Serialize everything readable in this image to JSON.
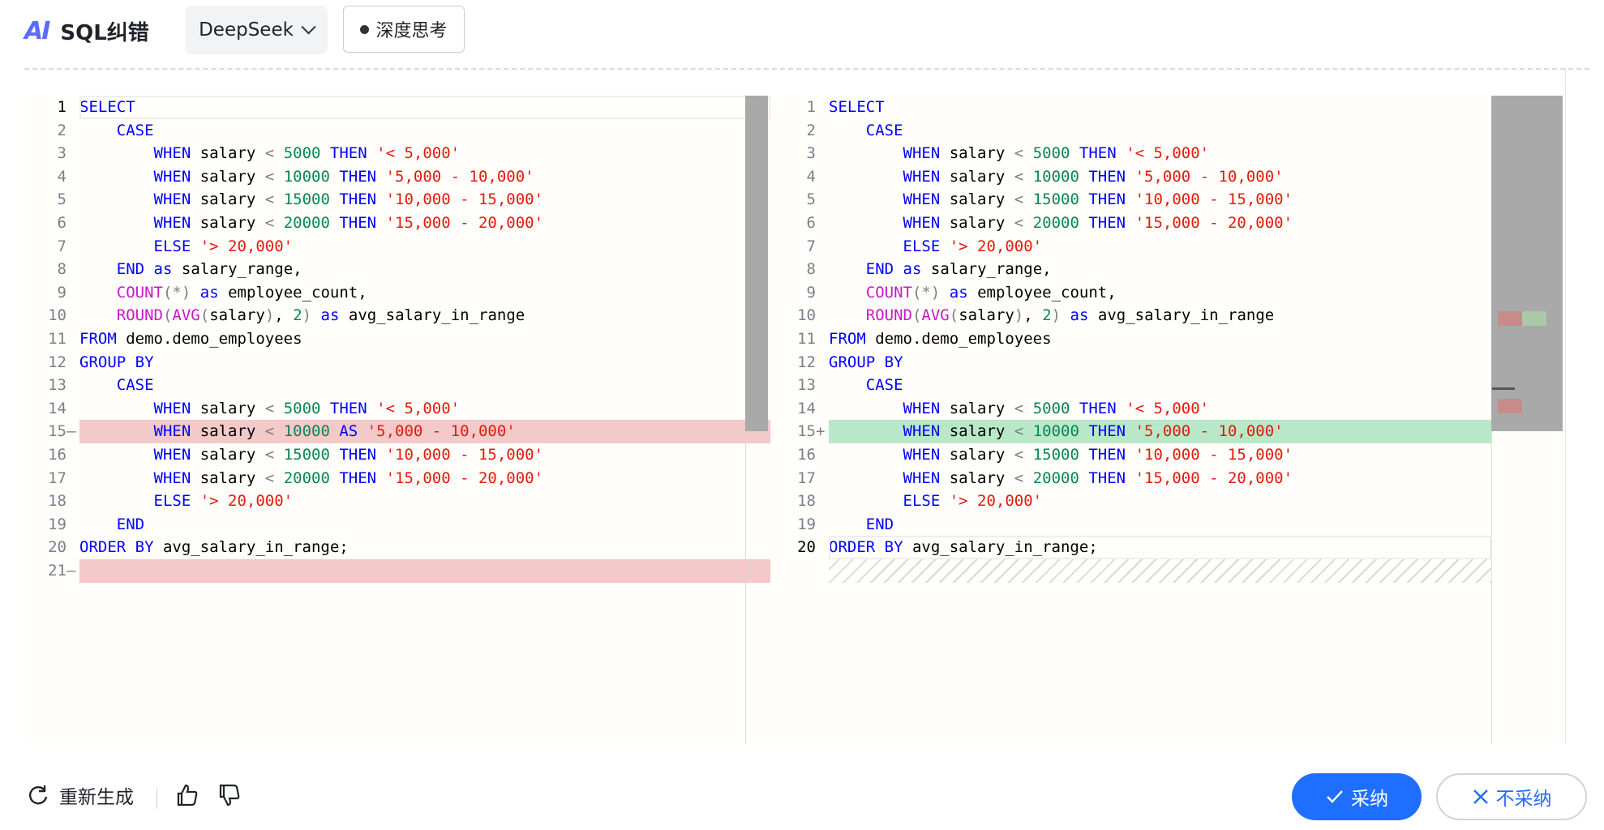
{
  "header": {
    "logo_text": "AI",
    "title": "SQL纠错",
    "model_select": "DeepSeek",
    "deep_think_label": "深度思考"
  },
  "left_editor": {
    "lines": [
      {
        "n": "1",
        "tokens": [
          [
            "kw",
            "SELECT"
          ]
        ]
      },
      {
        "n": "2",
        "tokens": [
          [
            "sp",
            "    "
          ],
          [
            "kw",
            "CASE"
          ]
        ]
      },
      {
        "n": "3",
        "tokens": [
          [
            "sp",
            "        "
          ],
          [
            "kw",
            "WHEN"
          ],
          [
            "id",
            " salary "
          ],
          [
            "op",
            "<"
          ],
          [
            "id",
            " "
          ],
          [
            "num",
            "5000"
          ],
          [
            "id",
            " "
          ],
          [
            "kw",
            "THEN"
          ],
          [
            "id",
            " "
          ],
          [
            "str",
            "'< 5,000'"
          ]
        ]
      },
      {
        "n": "4",
        "tokens": [
          [
            "sp",
            "        "
          ],
          [
            "kw",
            "WHEN"
          ],
          [
            "id",
            " salary "
          ],
          [
            "op",
            "<"
          ],
          [
            "id",
            " "
          ],
          [
            "num",
            "10000"
          ],
          [
            "id",
            " "
          ],
          [
            "kw",
            "THEN"
          ],
          [
            "id",
            " "
          ],
          [
            "str",
            "'5,000 - 10,000'"
          ]
        ]
      },
      {
        "n": "5",
        "tokens": [
          [
            "sp",
            "        "
          ],
          [
            "kw",
            "WHEN"
          ],
          [
            "id",
            " salary "
          ],
          [
            "op",
            "<"
          ],
          [
            "id",
            " "
          ],
          [
            "num",
            "15000"
          ],
          [
            "id",
            " "
          ],
          [
            "kw",
            "THEN"
          ],
          [
            "id",
            " "
          ],
          [
            "str",
            "'10,000 - 15,000'"
          ]
        ]
      },
      {
        "n": "6",
        "tokens": [
          [
            "sp",
            "        "
          ],
          [
            "kw",
            "WHEN"
          ],
          [
            "id",
            " salary "
          ],
          [
            "op",
            "<"
          ],
          [
            "id",
            " "
          ],
          [
            "num",
            "20000"
          ],
          [
            "id",
            " "
          ],
          [
            "kw",
            "THEN"
          ],
          [
            "id",
            " "
          ],
          [
            "str",
            "'15,000 - 20,000'"
          ]
        ]
      },
      {
        "n": "7",
        "tokens": [
          [
            "sp",
            "        "
          ],
          [
            "kw",
            "ELSE"
          ],
          [
            "id",
            " "
          ],
          [
            "str",
            "'> 20,000'"
          ]
        ]
      },
      {
        "n": "8",
        "tokens": [
          [
            "sp",
            "    "
          ],
          [
            "kw",
            "END"
          ],
          [
            "id",
            " "
          ],
          [
            "kw",
            "as"
          ],
          [
            "id",
            " salary_range,"
          ]
        ]
      },
      {
        "n": "9",
        "tokens": [
          [
            "sp",
            "    "
          ],
          [
            "fn",
            "COUNT"
          ],
          [
            "op",
            "(*)"
          ],
          [
            "id",
            " "
          ],
          [
            "kw",
            "as"
          ],
          [
            "id",
            " employee_count,"
          ]
        ]
      },
      {
        "n": "10",
        "tokens": [
          [
            "sp",
            "    "
          ],
          [
            "fn",
            "ROUND"
          ],
          [
            "op",
            "("
          ],
          [
            "fn",
            "AVG"
          ],
          [
            "op",
            "("
          ],
          [
            "id",
            "salary"
          ],
          [
            "op",
            ")"
          ],
          [
            "id",
            ", "
          ],
          [
            "num",
            "2"
          ],
          [
            "op",
            ")"
          ],
          [
            "id",
            " "
          ],
          [
            "kw",
            "as"
          ],
          [
            "id",
            " avg_salary_in_range"
          ]
        ]
      },
      {
        "n": "11",
        "tokens": [
          [
            "kw",
            "FROM"
          ],
          [
            "id",
            " demo.demo_employees"
          ]
        ]
      },
      {
        "n": "12",
        "tokens": [
          [
            "kw",
            "GROUP BY"
          ]
        ]
      },
      {
        "n": "13",
        "tokens": [
          [
            "sp",
            "    "
          ],
          [
            "kw",
            "CASE"
          ]
        ]
      },
      {
        "n": "14",
        "tokens": [
          [
            "sp",
            "        "
          ],
          [
            "kw",
            "WHEN"
          ],
          [
            "id",
            " salary "
          ],
          [
            "op",
            "<"
          ],
          [
            "id",
            " "
          ],
          [
            "num",
            "5000"
          ],
          [
            "id",
            " "
          ],
          [
            "kw",
            "THEN"
          ],
          [
            "id",
            " "
          ],
          [
            "str",
            "'< 5,000'"
          ]
        ]
      },
      {
        "n": "15",
        "mark": "—",
        "tokens": [
          [
            "sp",
            "        "
          ],
          [
            "kw",
            "WHEN"
          ],
          [
            "id",
            " salary "
          ],
          [
            "op",
            "<"
          ],
          [
            "id",
            " "
          ],
          [
            "num",
            "10000"
          ],
          [
            "id",
            " "
          ],
          [
            "kw",
            "AS"
          ],
          [
            "id",
            " "
          ],
          [
            "str",
            "'5,000 - 10,000'"
          ]
        ]
      },
      {
        "n": "16",
        "tokens": [
          [
            "sp",
            "        "
          ],
          [
            "kw",
            "WHEN"
          ],
          [
            "id",
            " salary "
          ],
          [
            "op",
            "<"
          ],
          [
            "id",
            " "
          ],
          [
            "num",
            "15000"
          ],
          [
            "id",
            " "
          ],
          [
            "kw",
            "THEN"
          ],
          [
            "id",
            " "
          ],
          [
            "str",
            "'10,000 - 15,000'"
          ]
        ]
      },
      {
        "n": "17",
        "tokens": [
          [
            "sp",
            "        "
          ],
          [
            "kw",
            "WHEN"
          ],
          [
            "id",
            " salary "
          ],
          [
            "op",
            "<"
          ],
          [
            "id",
            " "
          ],
          [
            "num",
            "20000"
          ],
          [
            "id",
            " "
          ],
          [
            "kw",
            "THEN"
          ],
          [
            "id",
            " "
          ],
          [
            "str",
            "'15,000 - 20,000'"
          ]
        ]
      },
      {
        "n": "18",
        "tokens": [
          [
            "sp",
            "        "
          ],
          [
            "kw",
            "ELSE"
          ],
          [
            "id",
            " "
          ],
          [
            "str",
            "'> 20,000'"
          ]
        ]
      },
      {
        "n": "19",
        "tokens": [
          [
            "sp",
            "    "
          ],
          [
            "kw",
            "END"
          ]
        ]
      },
      {
        "n": "20",
        "tokens": [
          [
            "kw",
            "ORDER BY"
          ],
          [
            "id",
            " avg_salary_in_range;"
          ]
        ]
      },
      {
        "n": "21",
        "mark": "—",
        "tokens": []
      }
    ]
  },
  "right_editor": {
    "lines": [
      {
        "n": "1",
        "tokens": [
          [
            "kw",
            "SELECT"
          ]
        ]
      },
      {
        "n": "2",
        "tokens": [
          [
            "sp",
            "    "
          ],
          [
            "kw",
            "CASE"
          ]
        ]
      },
      {
        "n": "3",
        "tokens": [
          [
            "sp",
            "        "
          ],
          [
            "kw",
            "WHEN"
          ],
          [
            "id",
            " salary "
          ],
          [
            "op",
            "<"
          ],
          [
            "id",
            " "
          ],
          [
            "num",
            "5000"
          ],
          [
            "id",
            " "
          ],
          [
            "kw",
            "THEN"
          ],
          [
            "id",
            " "
          ],
          [
            "str",
            "'< 5,000'"
          ]
        ]
      },
      {
        "n": "4",
        "tokens": [
          [
            "sp",
            "        "
          ],
          [
            "kw",
            "WHEN"
          ],
          [
            "id",
            " salary "
          ],
          [
            "op",
            "<"
          ],
          [
            "id",
            " "
          ],
          [
            "num",
            "10000"
          ],
          [
            "id",
            " "
          ],
          [
            "kw",
            "THEN"
          ],
          [
            "id",
            " "
          ],
          [
            "str",
            "'5,000 - 10,000'"
          ]
        ]
      },
      {
        "n": "5",
        "tokens": [
          [
            "sp",
            "        "
          ],
          [
            "kw",
            "WHEN"
          ],
          [
            "id",
            " salary "
          ],
          [
            "op",
            "<"
          ],
          [
            "id",
            " "
          ],
          [
            "num",
            "15000"
          ],
          [
            "id",
            " "
          ],
          [
            "kw",
            "THEN"
          ],
          [
            "id",
            " "
          ],
          [
            "str",
            "'10,000 - 15,000'"
          ]
        ]
      },
      {
        "n": "6",
        "tokens": [
          [
            "sp",
            "        "
          ],
          [
            "kw",
            "WHEN"
          ],
          [
            "id",
            " salary "
          ],
          [
            "op",
            "<"
          ],
          [
            "id",
            " "
          ],
          [
            "num",
            "20000"
          ],
          [
            "id",
            " "
          ],
          [
            "kw",
            "THEN"
          ],
          [
            "id",
            " "
          ],
          [
            "str",
            "'15,000 - 20,000'"
          ]
        ]
      },
      {
        "n": "7",
        "tokens": [
          [
            "sp",
            "        "
          ],
          [
            "kw",
            "ELSE"
          ],
          [
            "id",
            " "
          ],
          [
            "str",
            "'> 20,000'"
          ]
        ]
      },
      {
        "n": "8",
        "tokens": [
          [
            "sp",
            "    "
          ],
          [
            "kw",
            "END"
          ],
          [
            "id",
            " "
          ],
          [
            "kw",
            "as"
          ],
          [
            "id",
            " salary_range,"
          ]
        ]
      },
      {
        "n": "9",
        "tokens": [
          [
            "sp",
            "    "
          ],
          [
            "fn",
            "COUNT"
          ],
          [
            "op",
            "(*)"
          ],
          [
            "id",
            " "
          ],
          [
            "kw",
            "as"
          ],
          [
            "id",
            " employee_count,"
          ]
        ]
      },
      {
        "n": "10",
        "tokens": [
          [
            "sp",
            "    "
          ],
          [
            "fn",
            "ROUND"
          ],
          [
            "op",
            "("
          ],
          [
            "fn",
            "AVG"
          ],
          [
            "op",
            "("
          ],
          [
            "id",
            "salary"
          ],
          [
            "op",
            ")"
          ],
          [
            "id",
            ", "
          ],
          [
            "num",
            "2"
          ],
          [
            "op",
            ")"
          ],
          [
            "id",
            " "
          ],
          [
            "kw",
            "as"
          ],
          [
            "id",
            " avg_salary_in_range"
          ]
        ]
      },
      {
        "n": "11",
        "tokens": [
          [
            "kw",
            "FROM"
          ],
          [
            "id",
            " demo.demo_employees"
          ]
        ]
      },
      {
        "n": "12",
        "tokens": [
          [
            "kw",
            "GROUP BY"
          ]
        ]
      },
      {
        "n": "13",
        "tokens": [
          [
            "sp",
            "    "
          ],
          [
            "kw",
            "CASE"
          ]
        ]
      },
      {
        "n": "14",
        "tokens": [
          [
            "sp",
            "        "
          ],
          [
            "kw",
            "WHEN"
          ],
          [
            "id",
            " salary "
          ],
          [
            "op",
            "<"
          ],
          [
            "id",
            " "
          ],
          [
            "num",
            "5000"
          ],
          [
            "id",
            " "
          ],
          [
            "kw",
            "THEN"
          ],
          [
            "id",
            " "
          ],
          [
            "str",
            "'< 5,000'"
          ]
        ]
      },
      {
        "n": "15",
        "mark": "+",
        "tokens": [
          [
            "sp",
            "        "
          ],
          [
            "kw",
            "WHEN"
          ],
          [
            "id",
            " salary "
          ],
          [
            "op",
            "<"
          ],
          [
            "id",
            " "
          ],
          [
            "num",
            "10000"
          ],
          [
            "id",
            " "
          ],
          [
            "kw",
            "THEN"
          ],
          [
            "id",
            " "
          ],
          [
            "str",
            "'5,000 - 10,000'"
          ]
        ]
      },
      {
        "n": "16",
        "tokens": [
          [
            "sp",
            "        "
          ],
          [
            "kw",
            "WHEN"
          ],
          [
            "id",
            " salary "
          ],
          [
            "op",
            "<"
          ],
          [
            "id",
            " "
          ],
          [
            "num",
            "15000"
          ],
          [
            "id",
            " "
          ],
          [
            "kw",
            "THEN"
          ],
          [
            "id",
            " "
          ],
          [
            "str",
            "'10,000 - 15,000'"
          ]
        ]
      },
      {
        "n": "17",
        "tokens": [
          [
            "sp",
            "        "
          ],
          [
            "kw",
            "WHEN"
          ],
          [
            "id",
            " salary "
          ],
          [
            "op",
            "<"
          ],
          [
            "id",
            " "
          ],
          [
            "num",
            "20000"
          ],
          [
            "id",
            " "
          ],
          [
            "kw",
            "THEN"
          ],
          [
            "id",
            " "
          ],
          [
            "str",
            "'15,000 - 20,000'"
          ]
        ]
      },
      {
        "n": "18",
        "tokens": [
          [
            "sp",
            "        "
          ],
          [
            "kw",
            "ELSE"
          ],
          [
            "id",
            " "
          ],
          [
            "str",
            "'> 20,000'"
          ]
        ]
      },
      {
        "n": "19",
        "tokens": [
          [
            "sp",
            "    "
          ],
          [
            "kw",
            "END"
          ]
        ]
      },
      {
        "n": "20",
        "tokens": [
          [
            "kw",
            "ORDER BY"
          ],
          [
            "id",
            " avg_salary_in_range;"
          ]
        ]
      }
    ]
  },
  "footer": {
    "regenerate_label": "重新生成",
    "accept_label": "采纳",
    "reject_label": "不采纳"
  },
  "colors": {
    "keyword": "#0000ff",
    "number": "#098658",
    "string": "#e4190b",
    "function": "#c818c8",
    "deleted_line_bg": "#f3c9c9",
    "added_line_bg": "#b9e8c9",
    "accent": "#1e6fff"
  },
  "icons": [
    "ai-logo-icon",
    "chevron-down-icon",
    "refresh-icon",
    "thumbs-up-icon",
    "thumbs-down-icon",
    "check-icon",
    "close-icon"
  ]
}
